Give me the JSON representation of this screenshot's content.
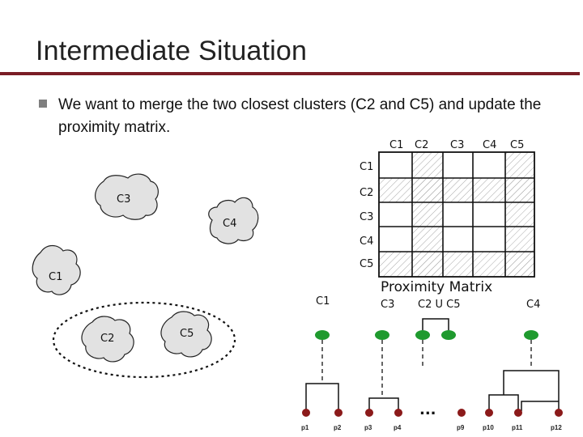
{
  "slide": {
    "title": "Intermediate Situation",
    "bullet": "We want to merge the two closest clusters (C2 and C5)  and update the proximity matrix."
  },
  "clusters": [
    "C3",
    "C4",
    "C1",
    "C2",
    "C5"
  ],
  "matrix": {
    "title": "Proximity Matrix",
    "col_labels": [
      "C1",
      "C2",
      "C3",
      "C4",
      "C5"
    ],
    "row_labels": [
      "C1",
      "C2",
      "C3",
      "C4",
      "C5"
    ]
  },
  "dendrogram": {
    "group_labels": [
      "C1",
      "C3",
      "C2 U C5",
      "C4"
    ],
    "leaves": [
      "p1",
      "p2",
      "p3",
      "p4",
      "p9",
      "p10",
      "p11",
      "p12"
    ],
    "ellipsis": "..."
  },
  "colors": {
    "accent": "#7a1d25",
    "cluster_fill": "#e2e2e2",
    "top_node": "#1f9a2e",
    "leaf_node": "#8b1a1a"
  }
}
